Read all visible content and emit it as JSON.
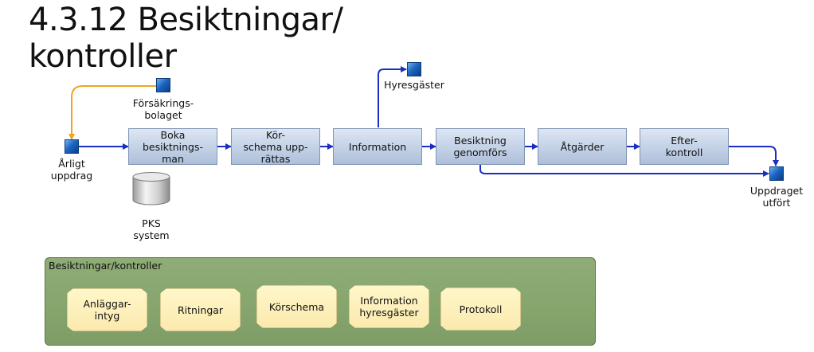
{
  "title": {
    "line1": "4.3.12 Besiktningar/",
    "line2": "kontroller"
  },
  "colors": {
    "flow": "#1a2ec4",
    "insurance_flow": "#f0a41e",
    "process_box": "#c5d3e7",
    "panel": "#86a56d",
    "card": "#fbeaae"
  },
  "events": {
    "annual_assignment": "Årligt\nuppdrag",
    "insurance_company": "Försäkrings-\nbolaget",
    "tenants": "Hyresgäster",
    "assignment_done": "Uppdraget\nutfört"
  },
  "process": {
    "book_inspector": "Boka\nbesiktnings-\nman",
    "create_schedule": "Kör-\nschema upp-\nrättas",
    "information": "Information",
    "inspection_performed": "Besiktning\ngenomförs",
    "actions": "Åtgärder",
    "follow_up": "Efter-\nkontroll"
  },
  "system": {
    "pks": "PKS\nsystem"
  },
  "documents": {
    "heading": "Besiktningar/kontroller",
    "items": [
      "Anläggar-\nintyg",
      "Ritningar",
      "Körschema",
      "Information\nhyresgäster",
      "Protokoll"
    ]
  }
}
